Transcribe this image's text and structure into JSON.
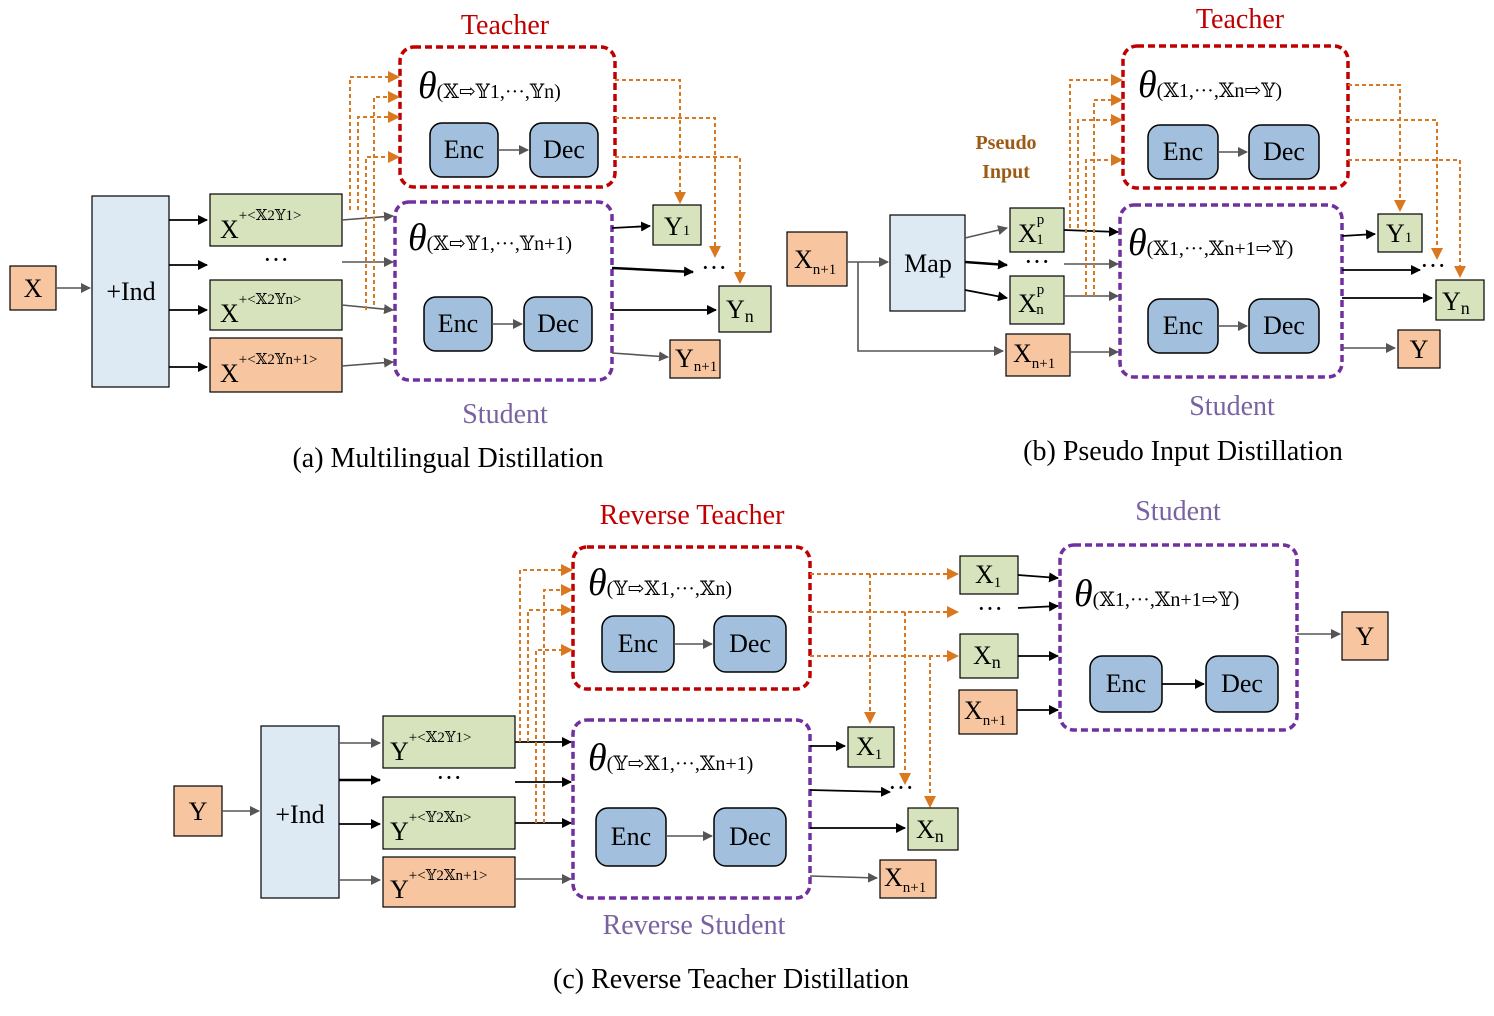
{
  "panel_a": {
    "teacher_title": "Teacher",
    "student_title": "Student",
    "caption": "(a) Multilingual Distillation",
    "input": "X",
    "ind": "+Ind",
    "teacher_theta_sub": "(𝕏⇨𝕐1,···,𝕐n)",
    "student_theta_sub": "(𝕏⇨𝕐1,···,𝕐n+1)",
    "enc": "Enc",
    "dec": "Dec",
    "tagged_inputs": [
      {
        "base": "X",
        "sup": "+<𝕏2𝕐1>"
      },
      {
        "base": "X",
        "sup": "+<𝕏2𝕐n>"
      },
      {
        "base": "X",
        "sup": "+<𝕏2𝕐n+1>"
      }
    ],
    "dots": "···",
    "outputs": [
      {
        "base": "Y",
        "sub": "1"
      },
      {
        "base": "Y",
        "sub": "n"
      },
      {
        "base": "Y",
        "sub": "n+1"
      }
    ]
  },
  "panel_b": {
    "teacher_title": "Teacher",
    "student_title": "Student",
    "caption": "(b) Pseudo  Input Distillation",
    "pseudo_label_1": "Pseudo",
    "pseudo_label_2": "Input",
    "input": {
      "base": "X",
      "sub": "n+1"
    },
    "map": "Map",
    "teacher_theta_sub": "(𝕏1,···,𝕏n⇨𝕐)",
    "student_theta_sub": "(𝕏1,···,𝕏n+1⇨𝕐)",
    "enc": "Enc",
    "dec": "Dec",
    "pseudo_inputs": [
      {
        "base": "X",
        "sup": "p",
        "sub": "1"
      },
      {
        "base": "X",
        "sup": "p",
        "sub": "n"
      }
    ],
    "direct_input": {
      "base": "X",
      "sub": "n+1"
    },
    "dots": "···",
    "outputs": [
      {
        "base": "Y",
        "sub": "1"
      },
      {
        "base": "Y",
        "sub": "n"
      },
      {
        "base": "Y",
        "sub": ""
      }
    ]
  },
  "panel_c": {
    "reverse_teacher_title": "Reverse Teacher",
    "reverse_student_title": "Reverse Student",
    "student_title": "Student",
    "caption": "(c)  Reverse Teacher Distillation",
    "input": "Y",
    "ind": "+Ind",
    "rt_theta_sub": "(𝕐⇨𝕏1,···,𝕏n)",
    "rs_theta_sub": "(𝕐⇨𝕏1,···,𝕏n+1)",
    "st_theta_sub": "(𝕏1,···,𝕏n+1⇨𝕐)",
    "enc": "Enc",
    "dec": "Dec",
    "tagged_inputs": [
      {
        "base": "Y",
        "sup": "+<𝕏2𝕐1>"
      },
      {
        "base": "Y",
        "sup": "+<𝕐2𝕏n>"
      },
      {
        "base": "Y",
        "sup": "+<𝕐2𝕏n+1>"
      }
    ],
    "dots": "···",
    "rs_outputs": [
      {
        "base": "X",
        "sub": "1"
      },
      {
        "base": "X",
        "sub": "n"
      },
      {
        "base": "X",
        "sub": "n+1"
      }
    ],
    "st_inputs": [
      {
        "base": "X",
        "sub": "1"
      },
      {
        "base": "X",
        "sub": "n"
      },
      {
        "base": "X",
        "sub": "n+1"
      }
    ],
    "st_output": "Y"
  }
}
